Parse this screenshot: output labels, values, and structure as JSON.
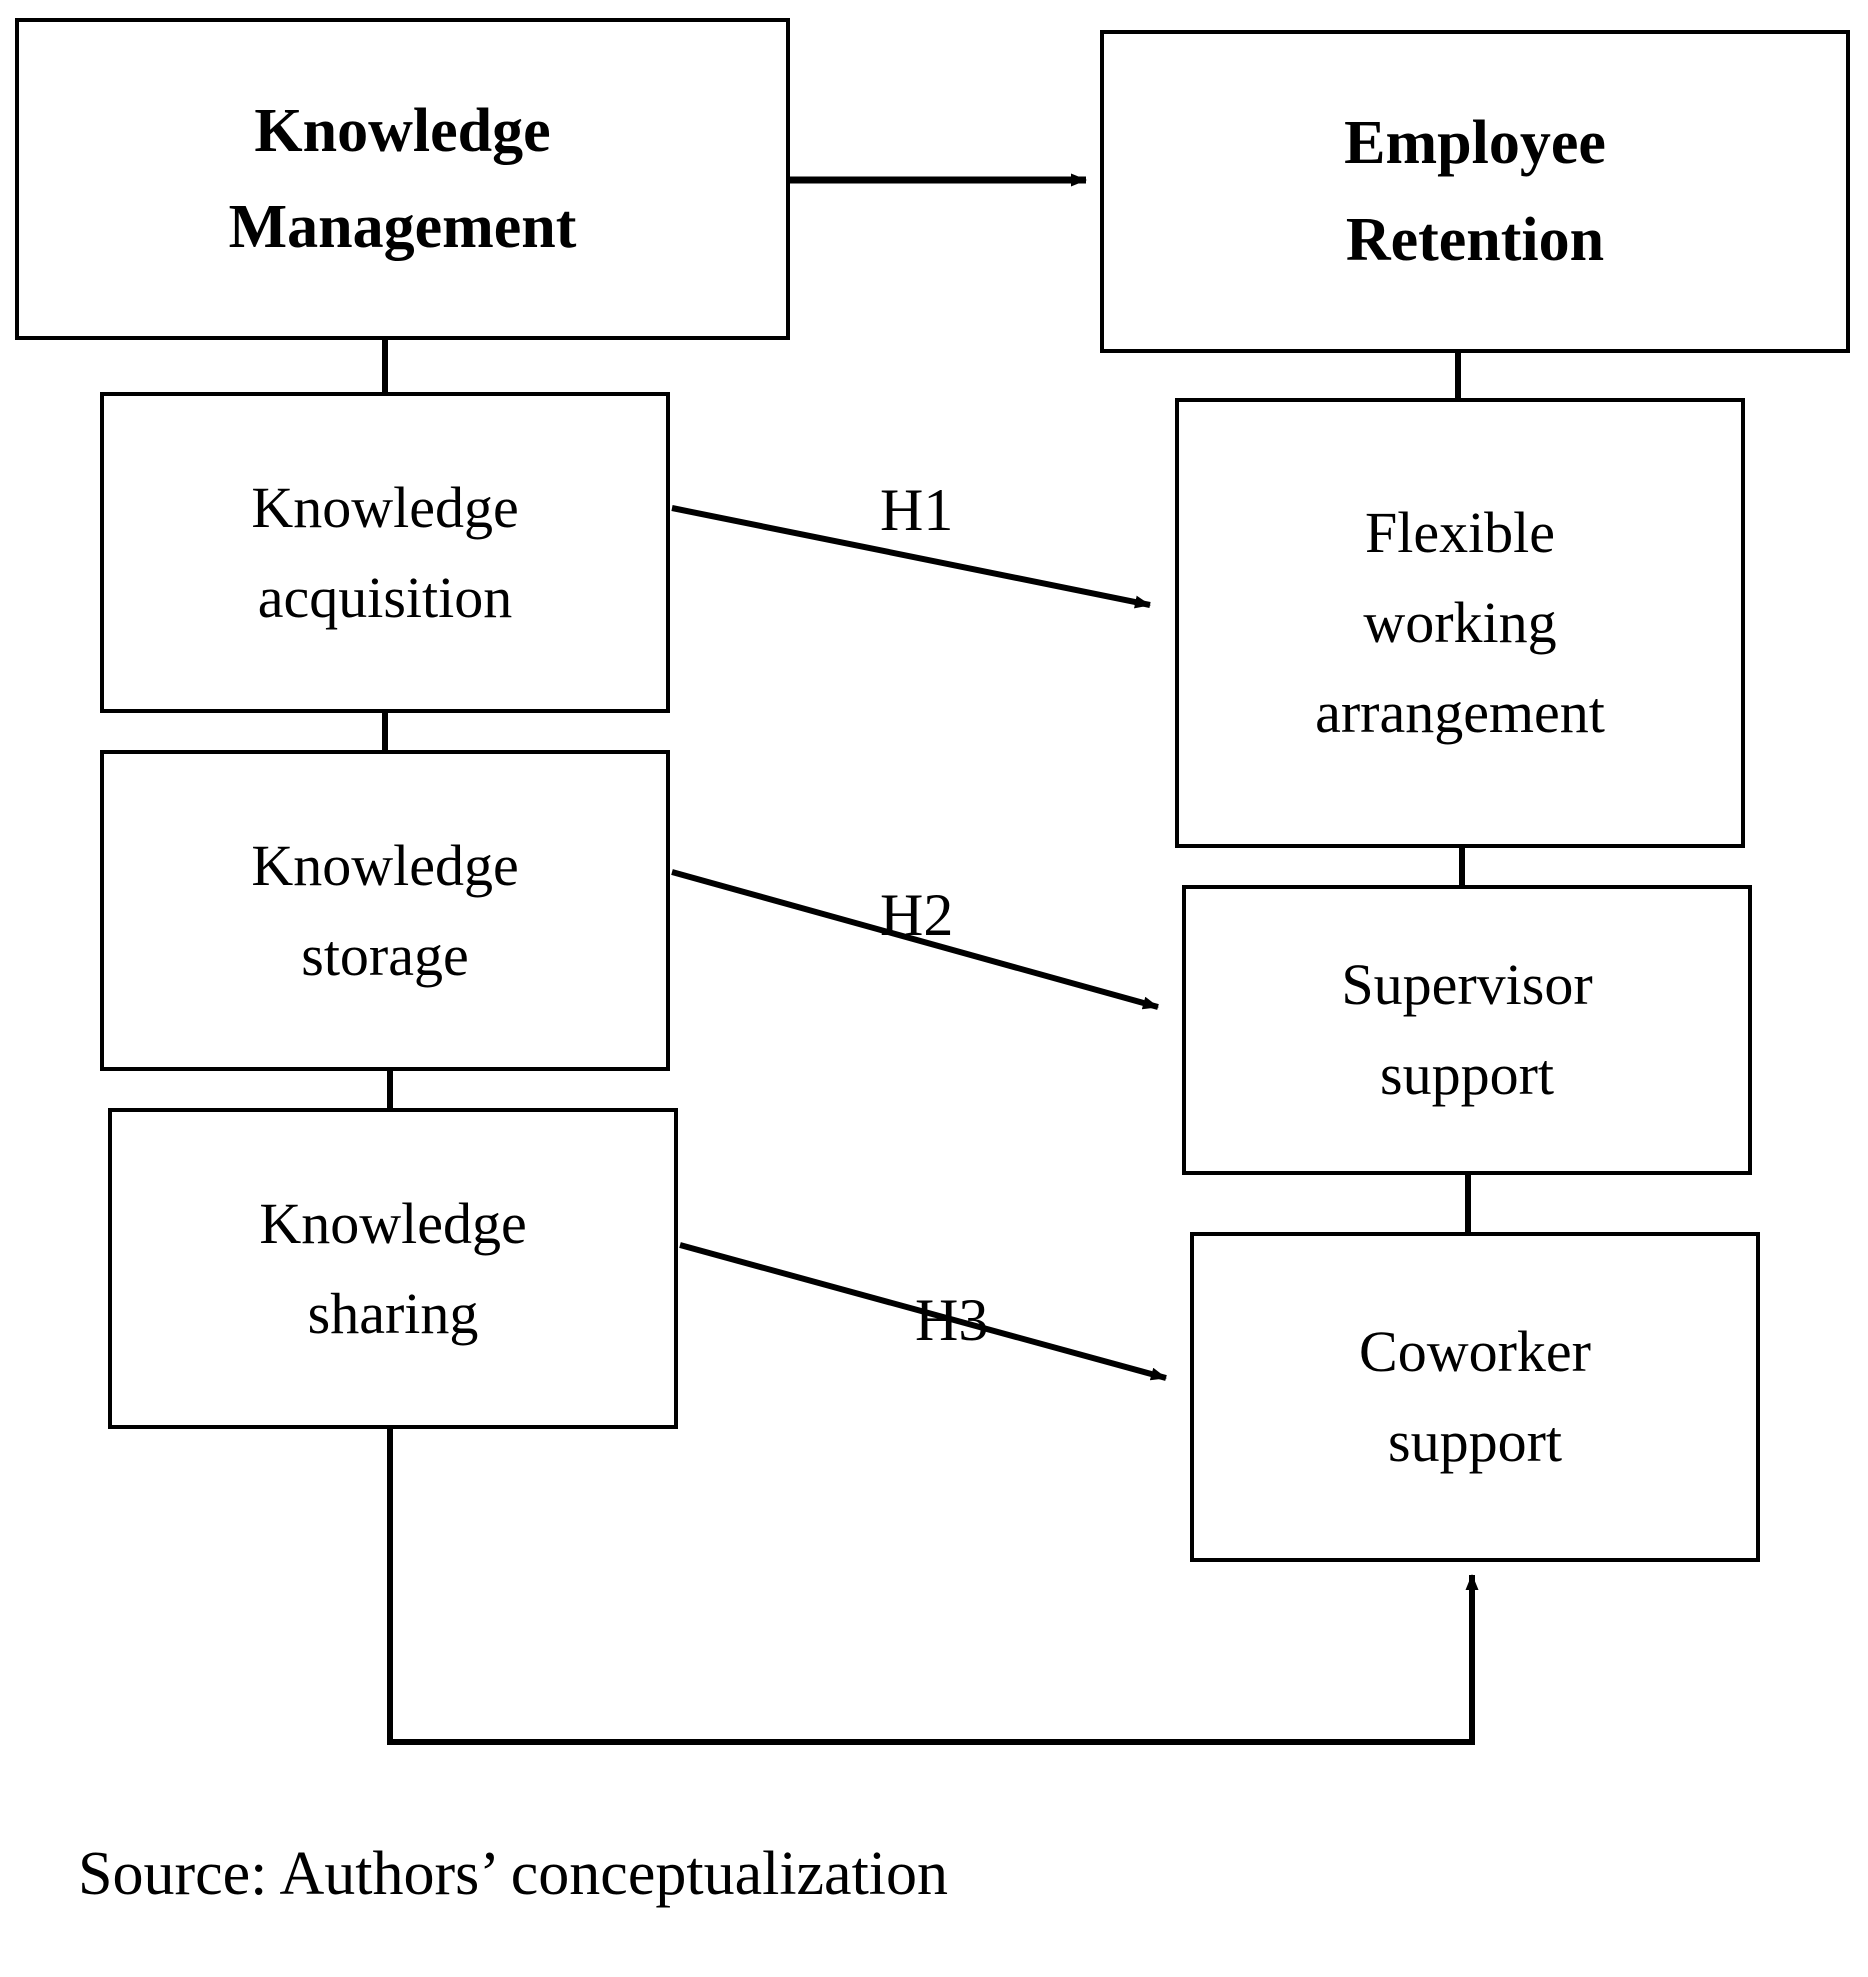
{
  "diagram": {
    "title_note": "Source: Authors’ conceptualization",
    "nodes": [
      {
        "id": "km",
        "label": "Knowledge\nManagement",
        "level": "construct"
      },
      {
        "id": "er",
        "label": "Employee\nRetention",
        "level": "construct"
      },
      {
        "id": "ka",
        "label": "Knowledge\nacquisition",
        "level": "dimension"
      },
      {
        "id": "ks",
        "label": "Knowledge\nstorage",
        "level": "dimension"
      },
      {
        "id": "ksh",
        "label": "Knowledge\nsharing",
        "level": "dimension"
      },
      {
        "id": "fwa",
        "label": "Flexible\nworking\narrangement",
        "level": "dimension"
      },
      {
        "id": "ss",
        "label": "Supervisor\nsupport",
        "level": "dimension"
      },
      {
        "id": "cs",
        "label": "Coworker\nsupport",
        "level": "dimension"
      }
    ],
    "hypotheses": [
      {
        "id": "h1",
        "label": "H1",
        "from": "ka",
        "to": "fwa"
      },
      {
        "id": "h2",
        "label": "H2",
        "from": "ks",
        "to": "ss"
      },
      {
        "id": "h3",
        "label": "H3",
        "from": "ksh",
        "to": "cs"
      }
    ],
    "connectors": [
      {
        "from": "km",
        "to": "er",
        "kind": "arrow",
        "orientation": "horizontal"
      },
      {
        "from": "km",
        "to": "ka",
        "kind": "plain",
        "orientation": "vertical"
      },
      {
        "from": "ka",
        "to": "ks",
        "kind": "plain",
        "orientation": "vertical"
      },
      {
        "from": "ks",
        "to": "ksh",
        "kind": "plain",
        "orientation": "vertical"
      },
      {
        "from": "er",
        "to": "fwa",
        "kind": "plain",
        "orientation": "vertical"
      },
      {
        "from": "fwa",
        "to": "ss",
        "kind": "plain",
        "orientation": "vertical"
      },
      {
        "from": "ss",
        "to": "cs",
        "kind": "plain",
        "orientation": "vertical"
      },
      {
        "from": "ksh",
        "to": "cs",
        "kind": "arrow",
        "orientation": "elbow-up"
      }
    ],
    "colors": {
      "stroke": "#000000",
      "fill": "#ffffff",
      "text": "#000000"
    }
  }
}
